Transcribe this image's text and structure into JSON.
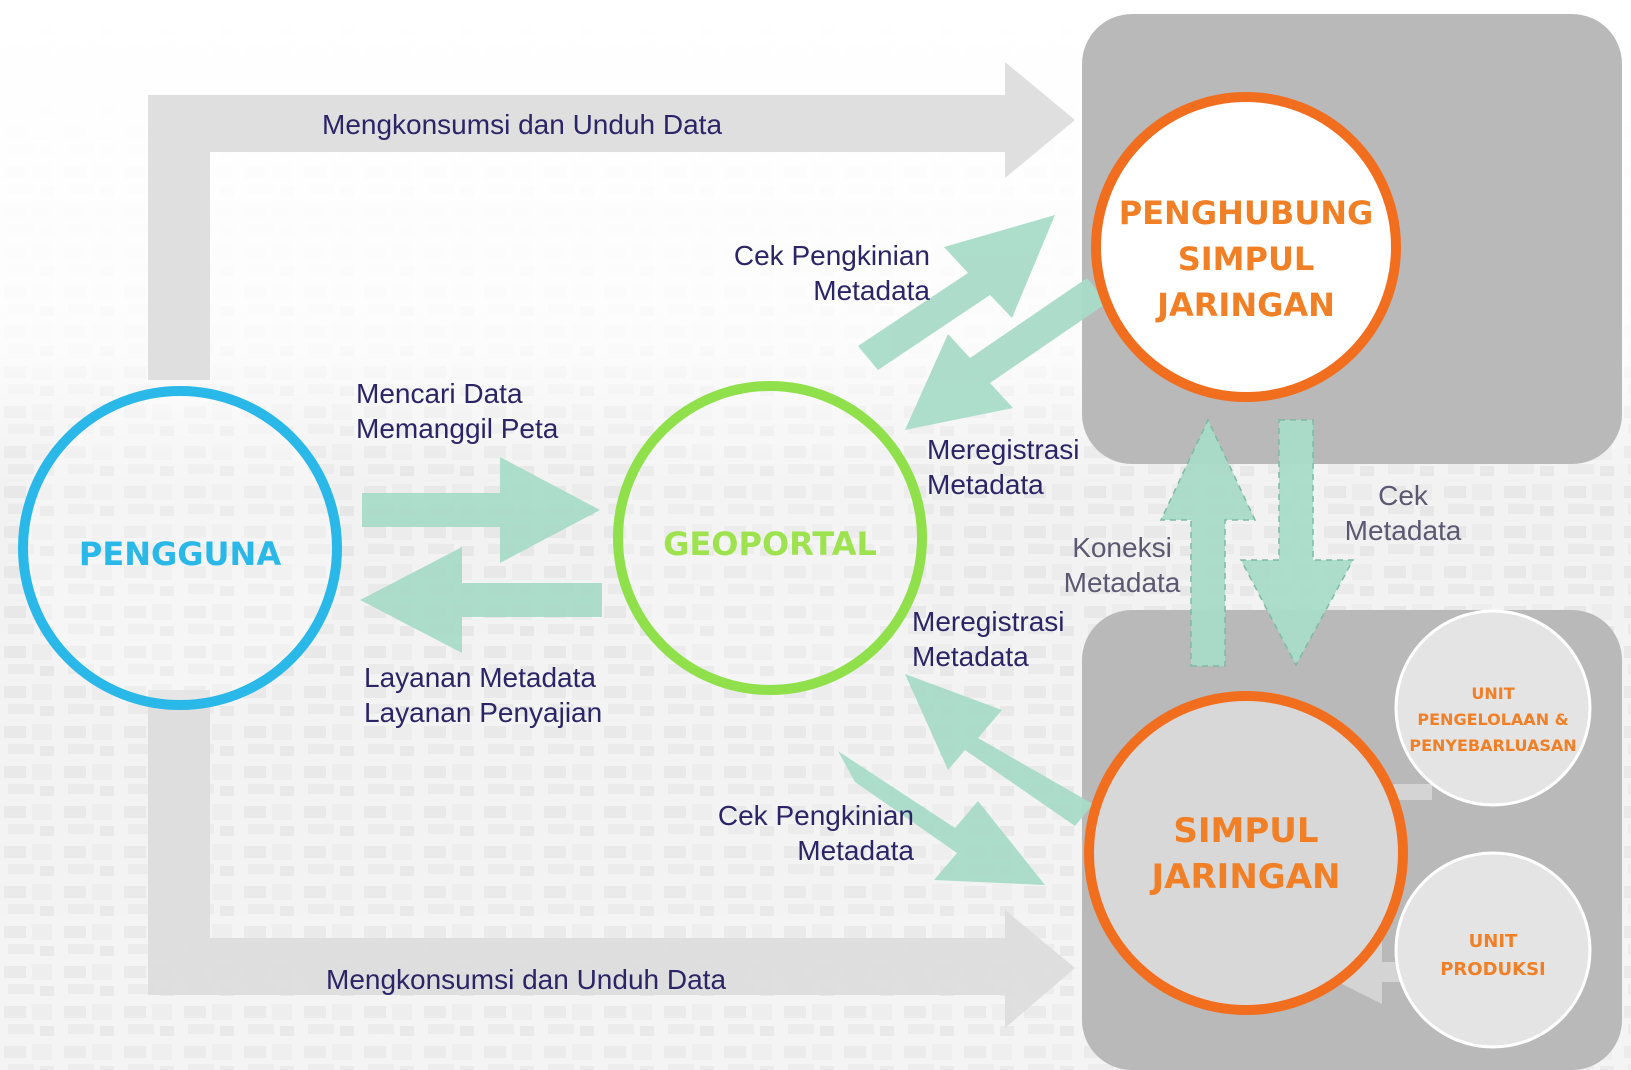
{
  "colors": {
    "pengguna": "#2ab8e8",
    "geoportal": "#8fe04a",
    "simpul": "#f26e1f",
    "arrow": "#a9dcc8",
    "big_arrow": "#dcdcdc",
    "label": "#2b2466",
    "node_label": "#f07f26",
    "panel": "#b9b9b9"
  },
  "nodes": {
    "pengguna": "PENGGUNA",
    "geoportal": "GEOPORTAL",
    "penghubung": [
      "PENGHUBUNG",
      "SIMPUL",
      "JARINGAN"
    ],
    "simpul": [
      "SIMPUL",
      "JARINGAN"
    ],
    "unit_pengelolaan": [
      "UNIT",
      "PENGELOLAAN &",
      "PENYEBARLUASAN"
    ],
    "unit_produksi": [
      "UNIT",
      "PRODUKSI"
    ]
  },
  "labels": {
    "top_flow": "Mengkonsumsi dan Unduh Data",
    "bottom_flow": "Mengkonsumsi dan Unduh Data",
    "mencari": [
      "Mencari Data",
      "Memanggil Peta"
    ],
    "layanan": [
      "Layanan Metadata",
      "Layanan Penyajian"
    ],
    "cek_top": [
      "Cek Pengkinian",
      "Metadata"
    ],
    "cek_bottom": [
      "Cek Pengkinian",
      "Metadata"
    ],
    "registrasi_top": [
      "Meregistrasi",
      "Metadata"
    ],
    "registrasi_bottom": [
      "Meregistrasi",
      "Metadata"
    ],
    "koneksi": [
      "Koneksi",
      "Metadata"
    ],
    "cek_metadata": [
      "Cek",
      "Metadata"
    ]
  }
}
